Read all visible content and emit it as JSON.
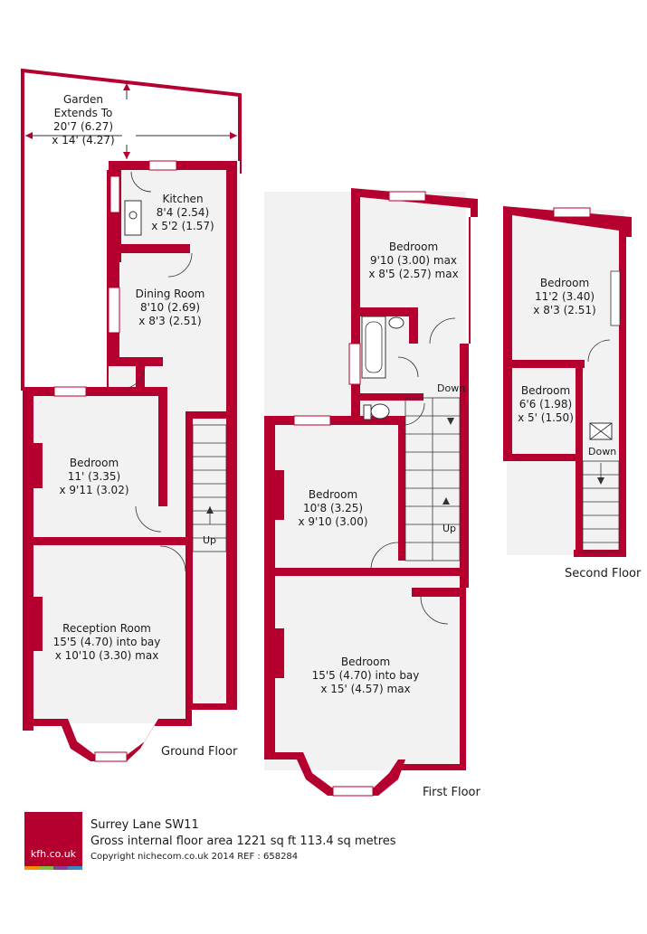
{
  "colors": {
    "wall": "#b5002f",
    "floor": "#f2f2f2",
    "line": "#333333"
  },
  "garden": {
    "l1": "Garden",
    "l2": "Extends To",
    "l3": "20'7 (6.27)",
    "l4": "x 14' (4.27)"
  },
  "ground": {
    "title": "Ground Floor",
    "kitchen": {
      "name": "Kitchen",
      "d1": "8'4 (2.54)",
      "d2": "x 5'2 (1.57)"
    },
    "dining": {
      "name": "Dining Room",
      "d1": "8'10 (2.69)",
      "d2": "x 8'3 (2.51)"
    },
    "bedroom": {
      "name": "Bedroom",
      "d1": "11' (3.35)",
      "d2": "x 9'11 (3.02)"
    },
    "reception": {
      "name": "Reception Room",
      "d1": "15'5 (4.70) into bay",
      "d2": "x 10'10 (3.30) max"
    },
    "up": "Up"
  },
  "first": {
    "title": "First Floor",
    "bed1": {
      "name": "Bedroom",
      "d1": "9'10 (3.00) max",
      "d2": "x 8'5 (2.57) max"
    },
    "bed2": {
      "name": "Bedroom",
      "d1": "10'8 (3.25)",
      "d2": "x 9'10 (3.00)"
    },
    "bed3": {
      "name": "Bedroom",
      "d1": "15'5 (4.70) into bay",
      "d2": "x 15' (4.57) max"
    },
    "down": "Down",
    "up": "Up"
  },
  "second": {
    "title": "Second Floor",
    "bed1": {
      "name": "Bedroom",
      "d1": "11'2 (3.40)",
      "d2": "x 8'3 (2.51)"
    },
    "bed2": {
      "name": "Bedroom",
      "d1": "6'6 (1.98)",
      "d2": "x 5' (1.50)"
    },
    "down": "Down"
  },
  "footer": {
    "logo": "kfh.co.uk",
    "address": "Surrey Lane  SW11",
    "area": "Gross internal floor area 1221 sq ft 113.4 sq metres",
    "copyright": "Copyright nichecom.co.uk 2014    REF : 658284"
  }
}
